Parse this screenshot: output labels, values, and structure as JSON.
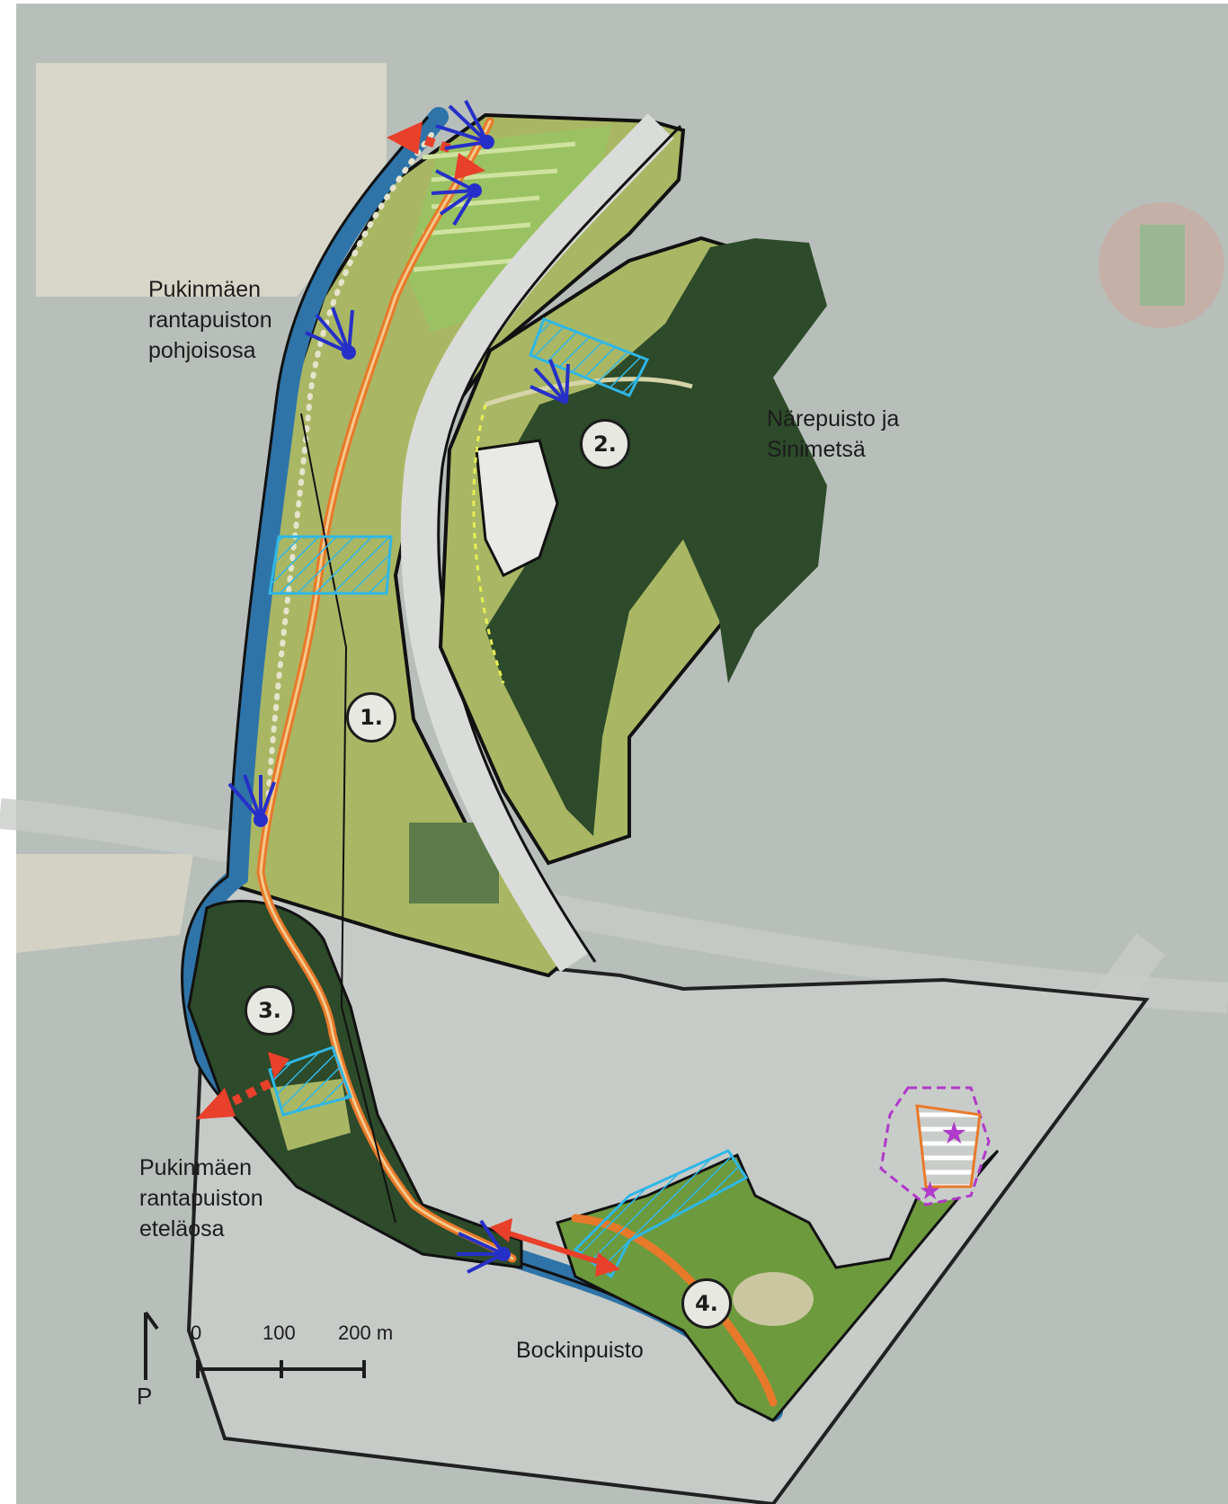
{
  "labels": {
    "north_park": [
      "Pukinmäen",
      "rantapuiston",
      "pohjoisosa"
    ],
    "narepuisto": [
      "Närepuisto ja",
      "Sinimetsä"
    ],
    "south_park": [
      "Pukinmäen",
      "rantapuiston",
      "eteläosa"
    ],
    "bockinpuisto": "Bockinpuisto"
  },
  "area_numbers": [
    "1.",
    "2.",
    "3.",
    "4."
  ],
  "scale_bar": {
    "ticks": [
      "0",
      "100",
      "200 m"
    ]
  },
  "north_arrow": {
    "label": "P"
  },
  "colors": {
    "river": "#2f74a8",
    "main_path": "#e8792a",
    "crossing_hatch": "#2fb7e6",
    "meadow": "#a9b764",
    "forest": "#2d4a2a",
    "arrow": "#e8402a",
    "viewpoint": "#2630c8",
    "highlight": "#b03ac9"
  }
}
